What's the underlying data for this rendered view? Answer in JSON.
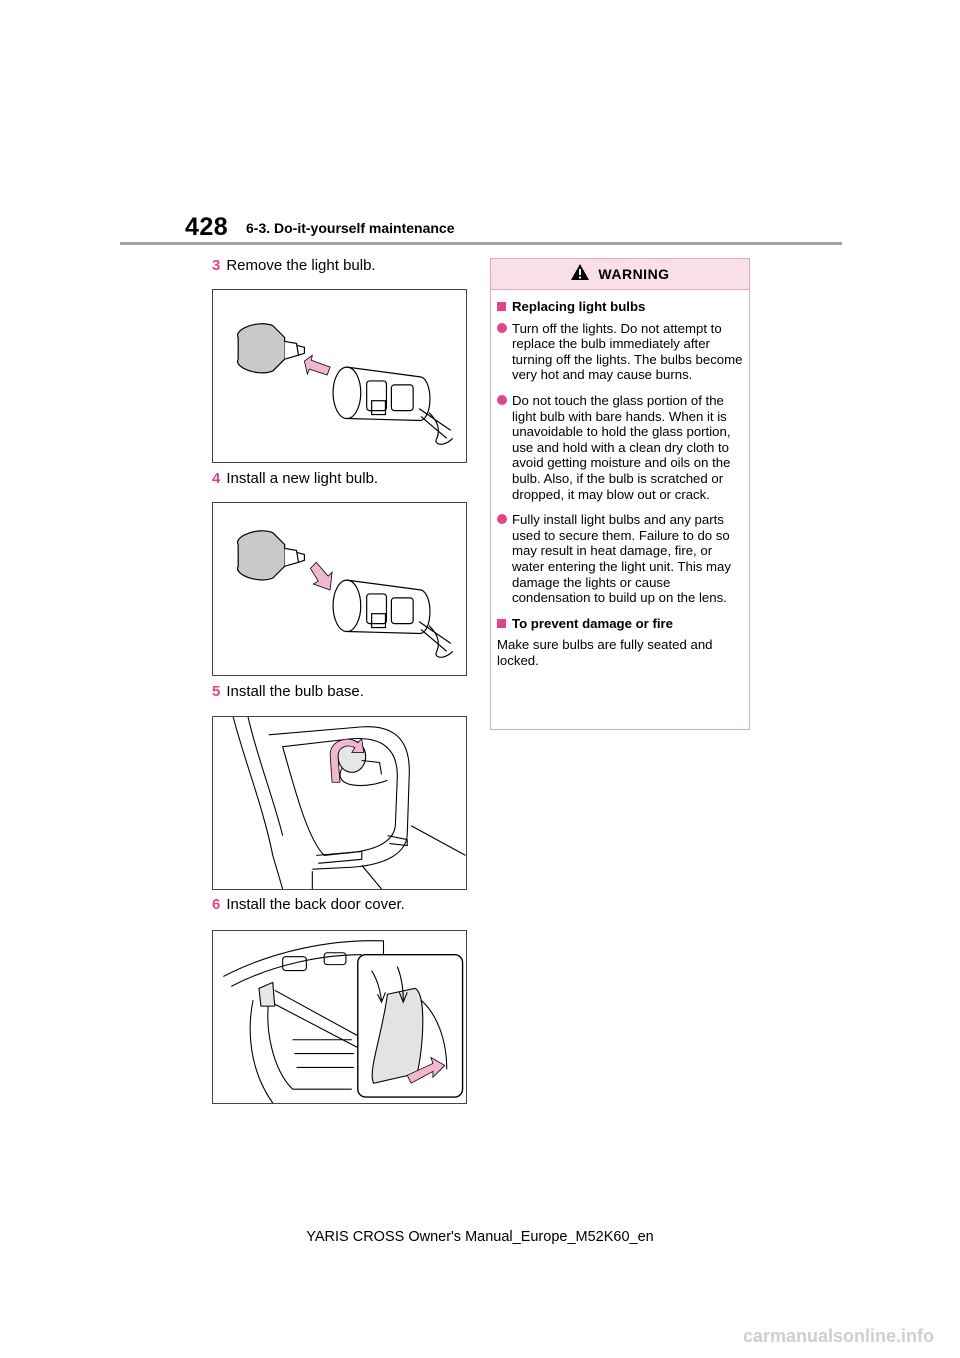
{
  "header": {
    "page_number": "428",
    "section": "6-3. Do-it-yourself maintenance"
  },
  "steps": [
    {
      "num": "3",
      "text": "Remove the light bulb."
    },
    {
      "num": "4",
      "text": "Install a new light bulb."
    },
    {
      "num": "5",
      "text": "Install the bulb base."
    },
    {
      "num": "6",
      "text": "Install the back door cover."
    }
  ],
  "warning": {
    "title": "WARNING",
    "sections": [
      {
        "heading": "Replacing light bulbs",
        "bullets": [
          "Turn off the lights. Do not attempt to replace the bulb immediately after turning off the lights. The bulbs become very hot and may cause burns.",
          "Do not touch the glass portion of the light bulb with bare hands. When it is unavoidable to hold the glass portion, use and hold with a clean dry cloth to avoid getting moisture and oils on the bulb. Also, if the bulb is scratched or dropped, it may blow out or crack.",
          "Fully install light bulbs and any parts used to secure them. Failure to do so may result in heat damage, fire, or water entering the light unit. This may damage the lights or cause condensation to build up on the lens."
        ]
      },
      {
        "heading": "To prevent damage or fire",
        "text": "Make sure bulbs are fully seated and locked."
      }
    ]
  },
  "footer": {
    "text": "YARIS CROSS Owner's Manual_Europe_M52K60_en"
  },
  "watermark": "carmanualsonline.info",
  "colors": {
    "accent": "#e0448a",
    "warning_header_bg": "#f9dfe9",
    "warning_border": "#e8a6c4",
    "arrow_fill": "#f3b6d2",
    "rule": "#9aa3a8"
  }
}
